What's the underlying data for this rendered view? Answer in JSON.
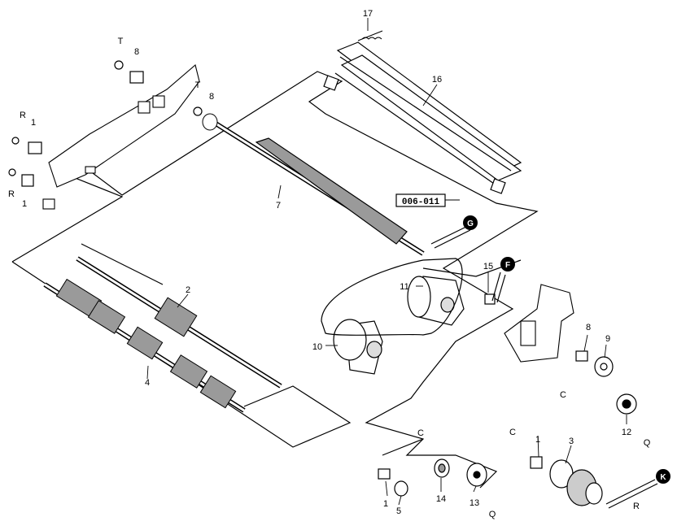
{
  "parts": {
    "p17": "17",
    "p16": "16",
    "p7": "7",
    "p8a": "8",
    "p8b": "8",
    "p8c": "8",
    "p1a": "1",
    "p1b": "1",
    "p1c": "1",
    "p1d": "1",
    "p2": "2",
    "p3": "3",
    "p4": "4",
    "p5": "5",
    "p9": "9",
    "p10": "10",
    "p11": "11",
    "p12": "12",
    "p13": "13",
    "p14": "14",
    "p15": "15",
    "pT1": "T",
    "pT2": "T",
    "pRa": "R",
    "pRb": "R",
    "pRc": "R",
    "pCa": "C",
    "pCb": "C",
    "pCc": "C",
    "pQa": "Q",
    "pQb": "Q"
  },
  "connectors": {
    "G": "G",
    "F": "F",
    "K": "K"
  },
  "reference_box": "006-011"
}
